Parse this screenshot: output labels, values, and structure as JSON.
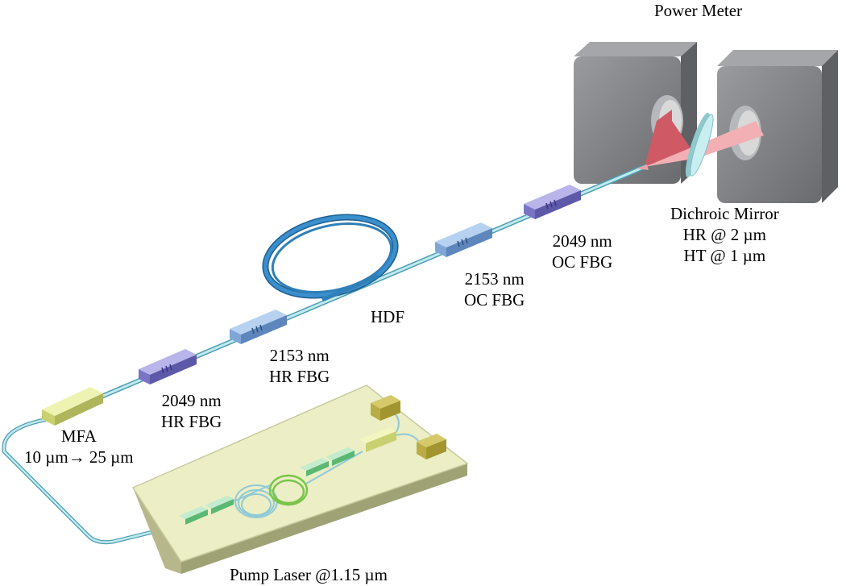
{
  "labels": {
    "power_meter": "Power Meter",
    "dichroic": [
      "Dichroic Mirror",
      "HR @ 2 µm",
      "HT @ 1 µm"
    ],
    "fbg_2049_oc": [
      "2049 nm",
      "OC FBG"
    ],
    "fbg_2153_oc": [
      "2153 nm",
      "OC FBG"
    ],
    "hdf": "HDF",
    "fbg_2153_hr": [
      "2153 nm",
      "HR FBG"
    ],
    "fbg_2049_hr": [
      "2049 nm",
      "HR FBG"
    ],
    "mfa": [
      "MFA",
      "10 µm→ 25 µm"
    ],
    "pump": "Pump Laser @1.15 µm"
  },
  "colors": {
    "fiber": "#a8dde6",
    "fiber_edge": "#4f9db0",
    "hdf_coil": "#2f7fb8",
    "fbg_purple": "#8a84cf",
    "fbg_blue": "#7fa6d6",
    "mfa": "#d8e08a",
    "laser_plate": "#eef0c4",
    "power_meter": "#7f8083",
    "beam_red": "#cf5a66",
    "beam_pink": "#f2b0b4",
    "mirror": "#bfe7ea",
    "internal_green": "#7fcf8f",
    "internal_coil": "#9ad16b"
  }
}
